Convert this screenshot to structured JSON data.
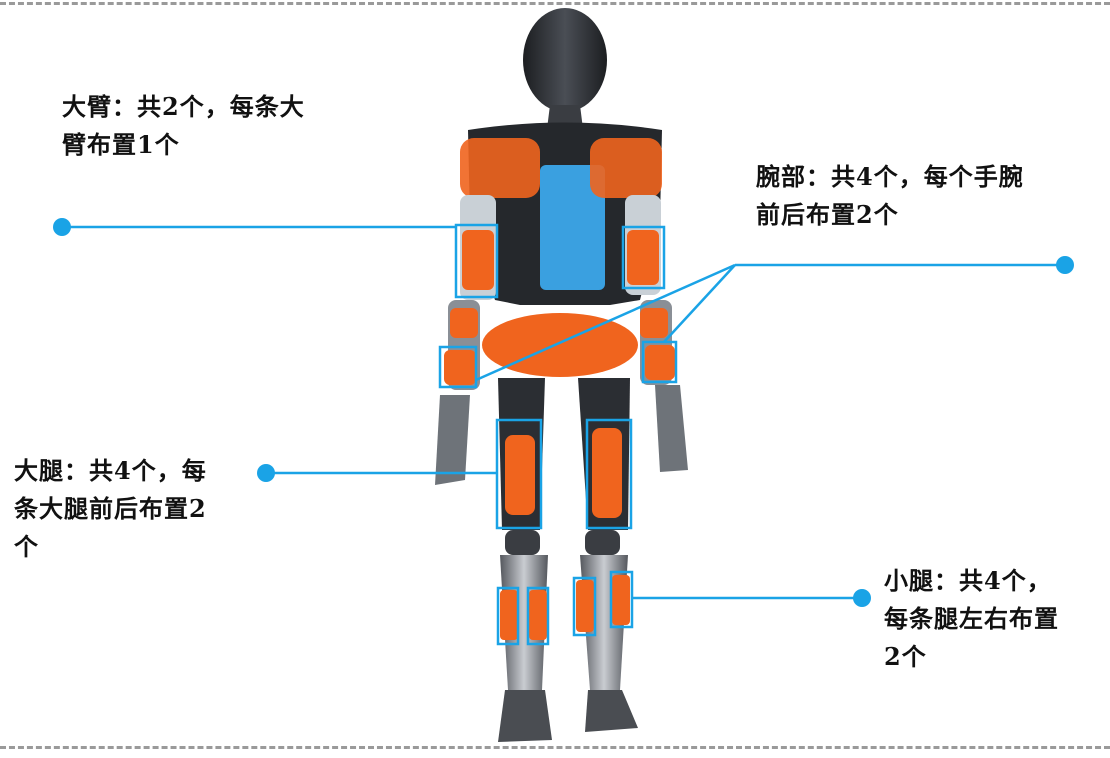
{
  "labels": {
    "upper_arm": "大臂：共2个，每条大\n臂布置1个",
    "wrist": "腕部：共4个，每个手腕\n前后布置2个",
    "thigh": "大腿：共4个，每\n条大腿前后布置2\n个",
    "calf": "小腿：共4个，\n每条腿左右布置\n2个"
  },
  "colors": {
    "callout": "#1aa3e6",
    "highlight_box": "#1aa3e6",
    "actuator": "#f0641e",
    "robot_shell": "#2a2d31",
    "battery": "#3aa0e0",
    "frame_dash": "#9a9a9a"
  },
  "icons": {
    "callout_anchor": "filled-circle-dot"
  }
}
